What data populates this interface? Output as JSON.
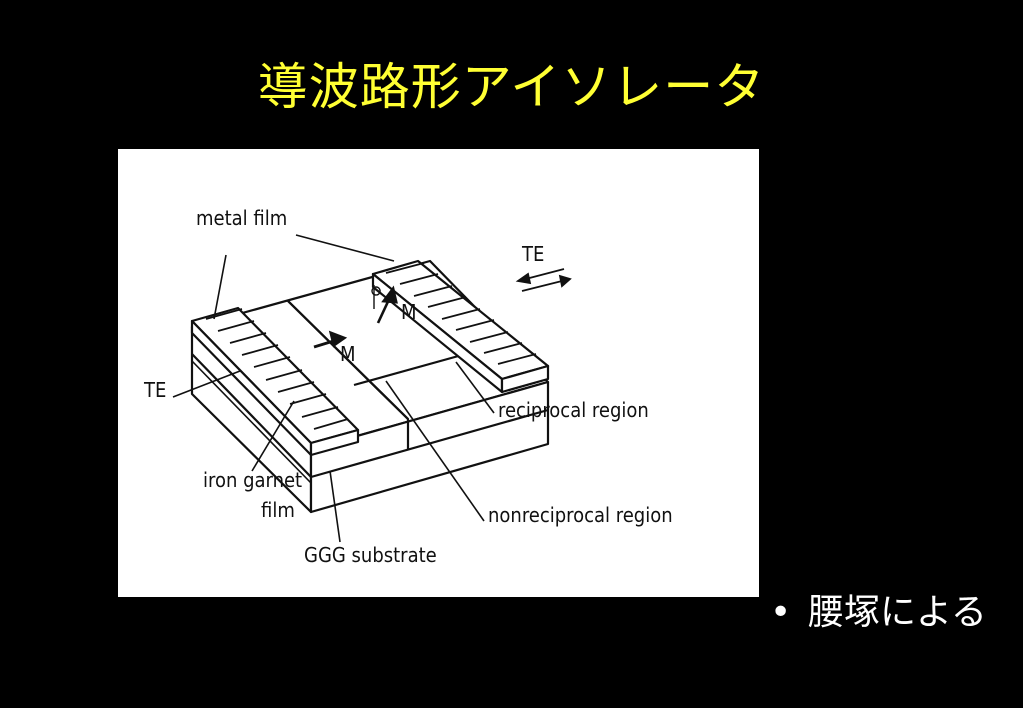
{
  "slide": {
    "title": "導波路形アイソレータ",
    "bullet": "•",
    "credit": "腰塚による"
  },
  "figure": {
    "labels": {
      "metal_film": "metal film",
      "te_right": "TE",
      "te_left": "TE",
      "m_top": "M",
      "m_mid": "M",
      "reciprocal_region": "reciprocal region",
      "iron_garnet_line1": "iron garnet",
      "iron_garnet_line2": "film",
      "nonreciprocal_region": "nonreciprocal region",
      "ggg_substrate": "GGG substrate"
    }
  }
}
